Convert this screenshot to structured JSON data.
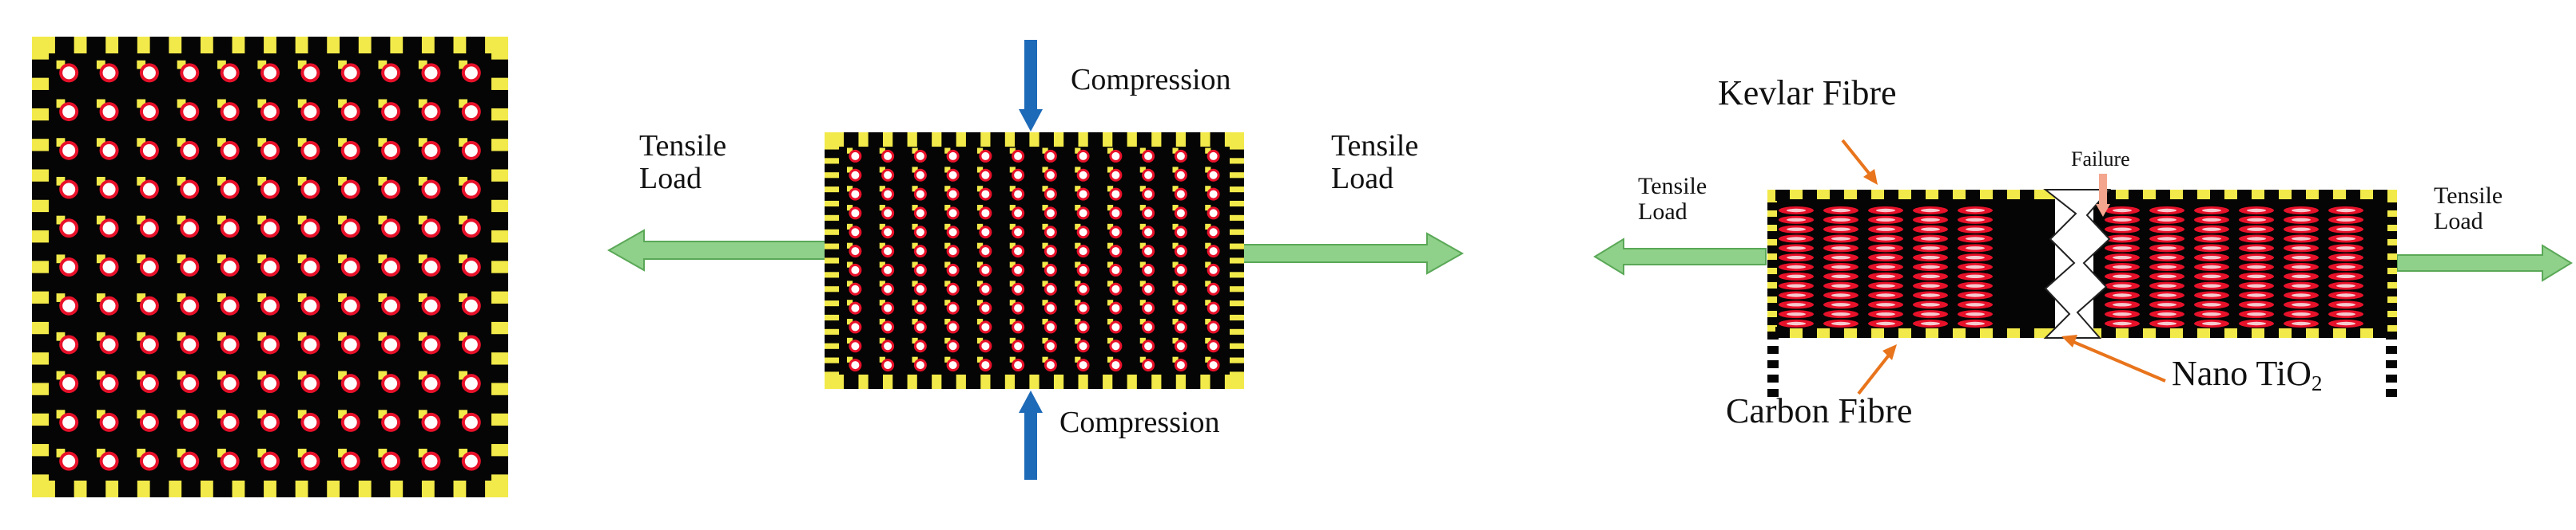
{
  "colors": {
    "matrix": "#050505",
    "border_fibre": "#f2ea4a",
    "particle_ring": "#e8112a",
    "particle_core": "#ffffff",
    "load_arrow": "#8fd08a",
    "compression_arrow": "#1d6ab8",
    "pointer": "#e8741c",
    "failure_arrow": "#f4a58e"
  },
  "panel2": {
    "compression_top": "Compression",
    "compression_bottom": "Compression",
    "tensile_left": [
      "Tensile",
      "Load"
    ],
    "tensile_right": [
      "Tensile",
      "Load"
    ]
  },
  "panel3": {
    "kevlar": "Kevlar Fibre",
    "failure": "Failure",
    "tensile_left": [
      "Tensile",
      "Load"
    ],
    "tensile_right": [
      "Tensile",
      "Load"
    ],
    "carbon": "Carbon Fibre",
    "nano_prefix": "Nano TiO",
    "nano_subscript": "2"
  }
}
